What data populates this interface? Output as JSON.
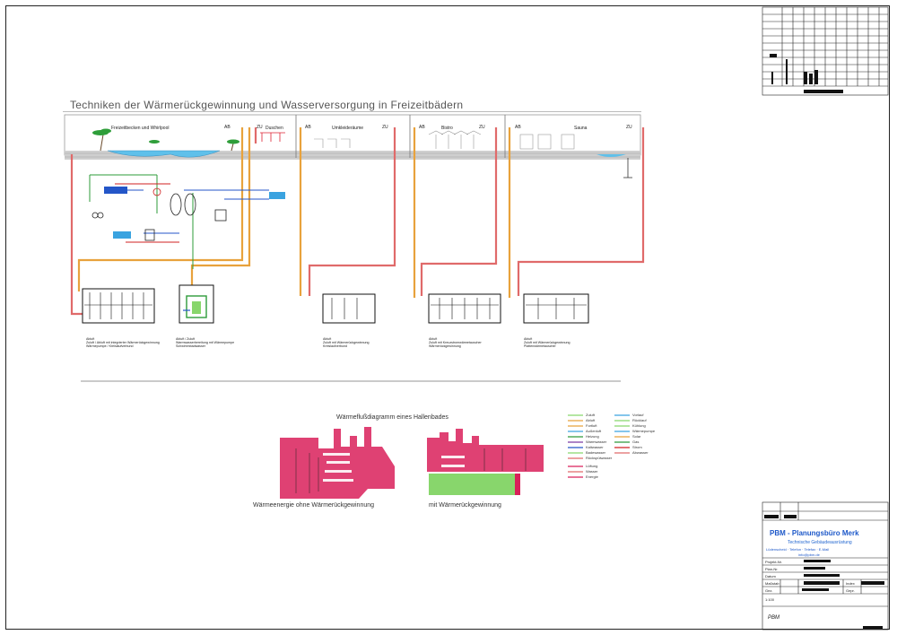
{
  "drawing": {
    "title": "Techniken der Wärmerückgewinnung und Wasserversorgung in Freizeitbädern",
    "sections": [
      {
        "label": "Freizeitbecken und Whirlpool"
      },
      {
        "label": "Duschen"
      },
      {
        "label": "Umkleideräume"
      },
      {
        "label": "Bistro"
      },
      {
        "label": "Sauna"
      }
    ],
    "port_labels": [
      "AB",
      "ZU",
      "AB",
      "ZU",
      "AB",
      "ZU",
      "AB",
      "ZU"
    ],
    "unit_notes": [
      {
        "line1": "Abluft",
        "line2": "Zuluft / Abluft mit integrierter Wärmerückgewinnung",
        "line3": "Wärmepumpe / Kreislaufverbund"
      },
      {
        "line1": "Abluft / Zuluft",
        "line2": "Warmwasserbereitung mit Wärmepumpe",
        "line3": "Schwimmbadwasser"
      },
      {
        "line1": "Abluft",
        "line2": "Zuluft mit Wärmerückgewinnung",
        "line3": "Kreislaufverbund"
      },
      {
        "line1": "Abluft",
        "line2": "Zuluft mit Kreuzstromwärmetauscher",
        "line3": "Wärmerückgewinnung"
      },
      {
        "line1": "Abluft",
        "line2": "Zuluft mit Wärmerückgewinnung",
        "line3": "Plattenwärmetauscher"
      }
    ]
  },
  "heatflow": {
    "title": "Wärmeflußdiagramm eines Hallenbades",
    "caption_left": "Wärmeenergie ohne Wärmerückgewinnung",
    "caption_right": "mit Wärmerückgewinnung"
  },
  "legend": {
    "left": [
      "Zuluft",
      "Abluft",
      "Fortluft",
      "Außenluft",
      "Heizung",
      "Warmwasser",
      "Kaltwasser",
      "Badewasser",
      "Rückspülwasser"
    ],
    "right": [
      "Vorlauf",
      "Rücklauf",
      "Kühlung",
      "Wärmepumpe",
      "Solar",
      "Gas",
      "Strom",
      "Abwasser"
    ],
    "bottom": [
      "Lüftung",
      "Wasser",
      "Energie"
    ]
  },
  "titleblock": {
    "company": "PBM - Planungsbüro Merk",
    "subtitle": "Technische Gebäudeausrüstung",
    "address": "Lüdenscheid · Telefon · Telefax · E-Mail",
    "email": "info@pbm.de",
    "fields": [
      "Projekt-Nr.",
      "Plan-Nr.",
      "Datum",
      "Maßstab",
      "Index",
      "Gez.",
      "Gepr."
    ],
    "scale": "1:100",
    "stamp": "PBM"
  },
  "colors": {
    "supply": "#e06a6a",
    "exhaust": "#e8a23c",
    "heatflow": "#d9205a",
    "recovered": "#88d66c",
    "water": "#3aa3e0",
    "pipe_green": "#2e9b3a",
    "pipe_blue": "#2456c8"
  }
}
